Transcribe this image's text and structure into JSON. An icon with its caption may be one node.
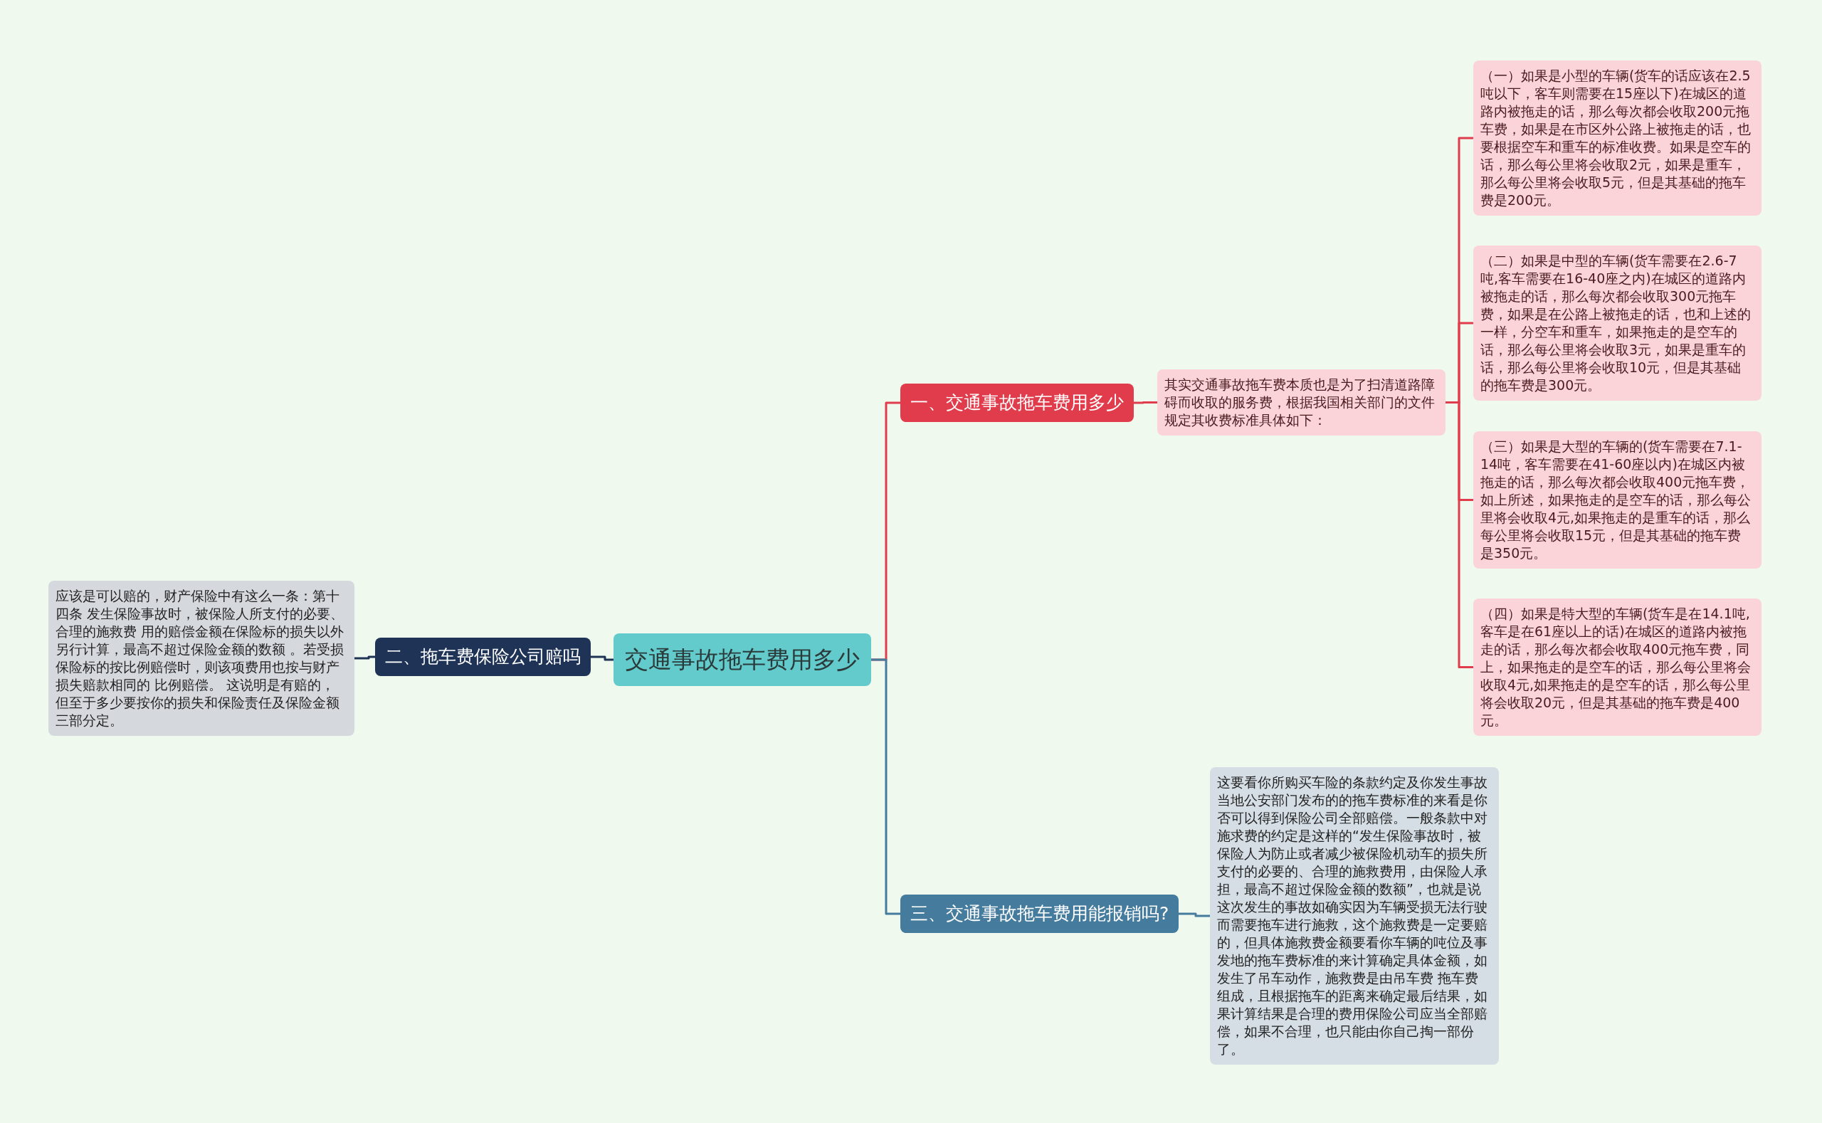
{
  "diagram": {
    "nodes": [
      {
        "text": [
          "交通事故拖车费用多少"
        ]
      },
      {
        "text": [
          "一、交通事故拖车费用多少"
        ]
      },
      {
        "text": [
          "其实交通事故拖车费本质也是为了扫清道路障碍而收取的服务费，根据我国相关部门的文件规定其收费标准具体如下："
        ]
      },
      {
        "text": [
          "（一）如果是小型的车辆(货车的话应该在2.5吨以下，客车则需要在15座以下)在城区的道路内被拖走的话，那么每次都会收取200元拖车费，如果是在市区外公路上被拖走的话，也要根据空车和重车的标准收费。如果是空车的话，那么每公里将会收取2元，如果是重车，那么每公里将会收取5元，但是其基础的拖车费是200元。"
        ]
      },
      {
        "text": [
          "（二）如果是中型的车辆(货车需要在2.6-7吨,客车需要在16-40座之内)在城区的道路内被拖走的话，那么每次都会收取300元拖车费，如果是在公路上被拖走的话，也和上述的一样，分空车和重车，如果拖走的是空车的话，那么每公里将会收取3元，如果是重车的话，那么每公里将会收取10元，但是其基础的拖车费是300元。"
        ]
      },
      {
        "text": [
          "（三）如果是大型的车辆的(货车需要在7.1-14吨，客车需要在41-60座以内)在城区内被拖走的话，那么每次都会收取400元拖车费，如上所述，如果拖走的是空车的话，那么每公里将会收取4元,如果拖走的是重车的话，那么每公里将会收取15元，但是其基础的拖车费是350元。"
        ]
      },
      {
        "text": [
          "（四）如果是特大型的车辆(货车是在14.1吨,客车是在61座以上的话)在城区的道路内被拖走的话，那么每次都会收取400元拖车费，同上，如果拖走的是空车的话，那么每公里将会收取4元,如果拖走的是空车的话，那么每公里将会收取20元，但是其基础的拖车费是400元。"
        ]
      },
      {
        "text": [
          "二、拖车费保险公司赔吗"
        ]
      },
      {
        "text": [
          "应该是可以赔的，财产保险中有这么一条：第十四条 发生保险事故时，被保险人所支付的必要、合理的施救费 用的赔偿金额在保险标的损失以外另行计算，最高不超过保险金额的数额 。若受损保险标的按比例赔偿时，则该项费用也按与财产损失赔款相同的 比例赔偿。 这说明是有赔的，但至于多少要按你的损失和保险责任及保险金额三部分定。"
        ]
      },
      {
        "text": [
          "三、交通事故拖车费用能报销吗?"
        ]
      },
      {
        "text": [
          "这要看你所购买车险的条款约定及你发生事故当地公安部门发布的的拖车费标准的来看是你否可以得到保险公司全部赔偿。一般条款中对施求费的约定是这样的“发生保险事故时，被保险人为防止或者减少被保险机动车的损失所支付的必要的、合理的施救费用，由保险人承担，最高不超过保险金额的数额”，也就是说这次发生的事故如确实因为车辆受损无法行驶而需要拖车进行施救，这个施救费是一定要赔的，但具体施救费金额要看你车辆的吨位及事发地的拖车费标准的来计算确定具体金额，如发生了吊车动作，施救费是由吊车费 拖车费组成，且根据拖车的距离来确定最后结果，如果计算结果是合理的费用保险公司应当全部赔偿，如果不合理，也只能由你自己掏一部份了。"
        ]
      }
    ],
    "edges": [
      {
        "from": 0,
        "to": 1,
        "arrow": "none",
        "color": "#e03c4b"
      },
      {
        "from": 1,
        "to": 2,
        "arrow": "none",
        "color": "#e03c4b"
      },
      {
        "from": 2,
        "to": 3,
        "arrow": "none",
        "color": "#e03c4b"
      },
      {
        "from": 2,
        "to": 4,
        "arrow": "none",
        "color": "#e03c4b"
      },
      {
        "from": 2,
        "to": 5,
        "arrow": "none",
        "color": "#e03c4b"
      },
      {
        "from": 2,
        "to": 6,
        "arrow": "none",
        "color": "#e03c4b"
      },
      {
        "from": 0,
        "to": 7,
        "arrow": "none",
        "color": "#1e3355"
      },
      {
        "from": 7,
        "to": 8,
        "arrow": "none",
        "color": "#1e3355"
      },
      {
        "from": 0,
        "to": 9,
        "arrow": "none",
        "color": "#457b9d"
      },
      {
        "from": 9,
        "to": 10,
        "arrow": "none",
        "color": "#457b9d"
      }
    ]
  }
}
